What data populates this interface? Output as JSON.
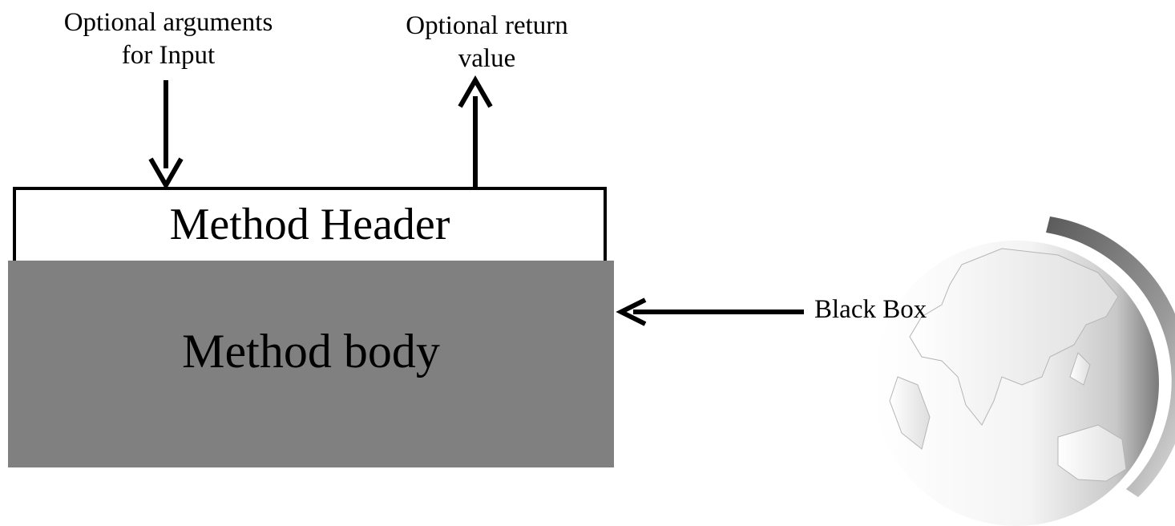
{
  "labels": {
    "arguments": "Optional arguments\nfor Input",
    "return_value": "Optional return\nvalue",
    "black_box": "Black Box"
  },
  "method": {
    "header": "Method Header",
    "body": "Method body"
  },
  "colors": {
    "body_fill": "#808080",
    "stroke": "#000000"
  },
  "icons": {
    "decoration": "globe-icon"
  }
}
